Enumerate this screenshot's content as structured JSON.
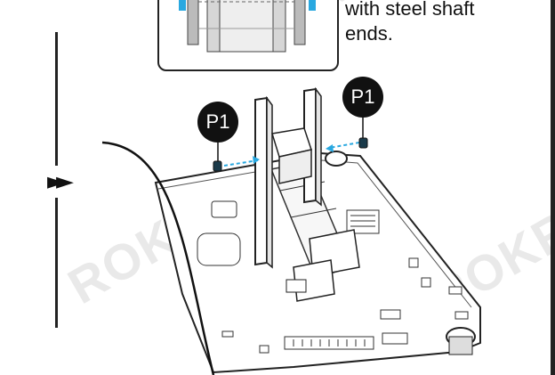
{
  "caption": {
    "lines": [
      "with steel shaft",
      "ends."
    ]
  },
  "callouts": [
    {
      "label": "P1"
    },
    {
      "label": "P1"
    }
  ],
  "watermark": {
    "text": "ROKR"
  },
  "icons": {
    "step_arrow": "double-chevron-right-icon"
  },
  "colors": {
    "accent_blue": "#29a8e0",
    "line": "#222222",
    "watermark": "#e6e6e6"
  }
}
